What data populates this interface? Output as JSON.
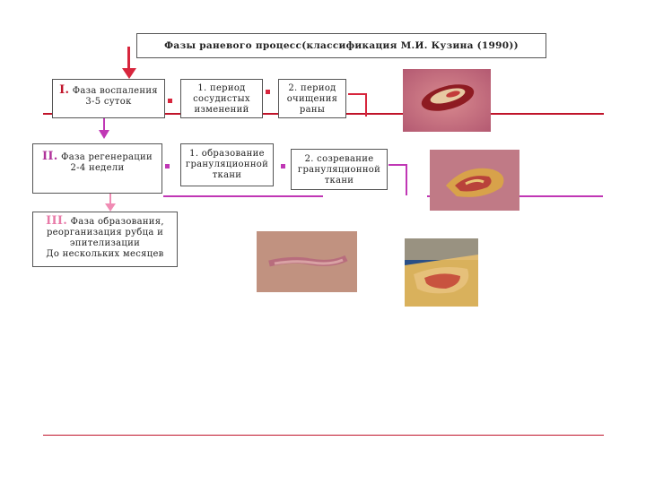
{
  "title": "Фазы раневого процесс(классификация М.И. Кузина (1990))",
  "phases": [
    {
      "numeral": "I.",
      "name": "Фаза воспаления",
      "duration": "3-5 суток",
      "numeral_color": "#c0142a"
    },
    {
      "numeral": "II.",
      "name": "Фаза регенерации",
      "duration": "2-4 недели",
      "numeral_color": "#b0329a"
    },
    {
      "numeral": "III.",
      "name": "Фаза образования, реорганизация рубца и эпителизации",
      "duration": "До нескольких месяцев",
      "numeral_color": "#e87aa8"
    }
  ],
  "periods": {
    "inflammation": [
      {
        "text": "1. период сосудистых изменений"
      },
      {
        "text": "2. период очищения раны"
      }
    ],
    "regeneration": [
      {
        "text": "1. образование грануляционной ткани"
      },
      {
        "text": "2. созревание грануляционной ткани"
      }
    ]
  },
  "colors": {
    "red": "#d7263d",
    "magenta": "#c037b5",
    "pink": "#f08cb4",
    "rule": "#c0142a"
  },
  "images": [
    {
      "name": "wound-inflammation-photo"
    },
    {
      "name": "wound-granulation-photo"
    },
    {
      "name": "scar-photo"
    },
    {
      "name": "wound-epithelization-photo"
    }
  ]
}
